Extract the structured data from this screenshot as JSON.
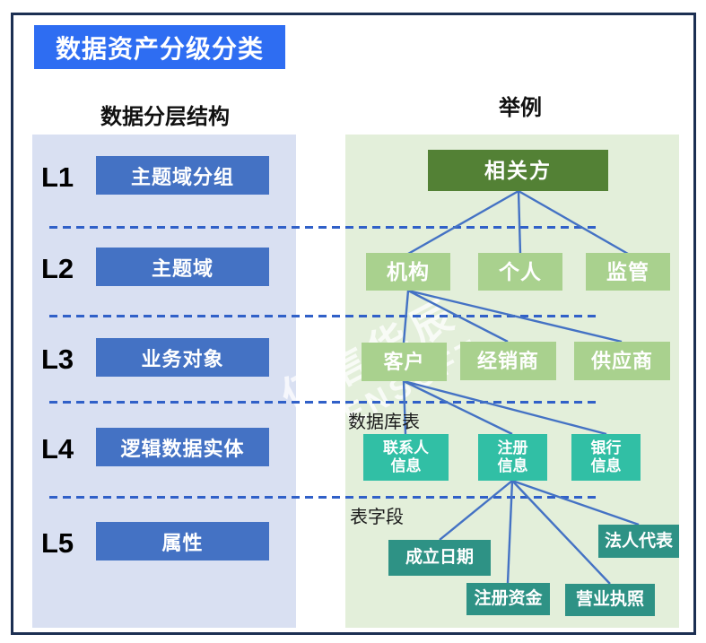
{
  "title": "数据资产分级分类",
  "columns": {
    "left_header": "数据分层结构",
    "right_header": "举例"
  },
  "layers": [
    {
      "level": "L1",
      "label": "主题域分组"
    },
    {
      "level": "L2",
      "label": "主题域"
    },
    {
      "level": "L3",
      "label": "业务对象"
    },
    {
      "level": "L4",
      "label": "逻辑数据实体"
    },
    {
      "level": "L5",
      "label": "属性"
    }
  ],
  "tree": {
    "root": "相关方",
    "level2": [
      "机构",
      "个人",
      "监管"
    ],
    "level3": [
      "客户",
      "经销商",
      "供应商"
    ],
    "level4": [
      "联系人\n信息",
      "注册\n信息",
      "银行\n信息"
    ],
    "level5": [
      "成立日期",
      "注册资金",
      "营业执照",
      "法人代表"
    ],
    "annotations": {
      "db_table": "数据库表",
      "table_field": "表字段"
    }
  },
  "watermark": {
    "line1": "亿信华辰",
    "line2": "ESENSOFT"
  },
  "colors": {
    "frame_border": "#1c2f52",
    "title_bg": "#2e6df2",
    "left_panel_bg": "#d9e0f2",
    "right_panel_bg": "#e3efda",
    "layer_button_bg": "#4472c4",
    "root_node_bg": "#538135",
    "mid_node_bg": "#a9d18e",
    "table_node_bg": "#31bfa5",
    "field_node_bg": "#2e9285",
    "connector": "#4472c4",
    "dashed_line": "#3060c8"
  }
}
